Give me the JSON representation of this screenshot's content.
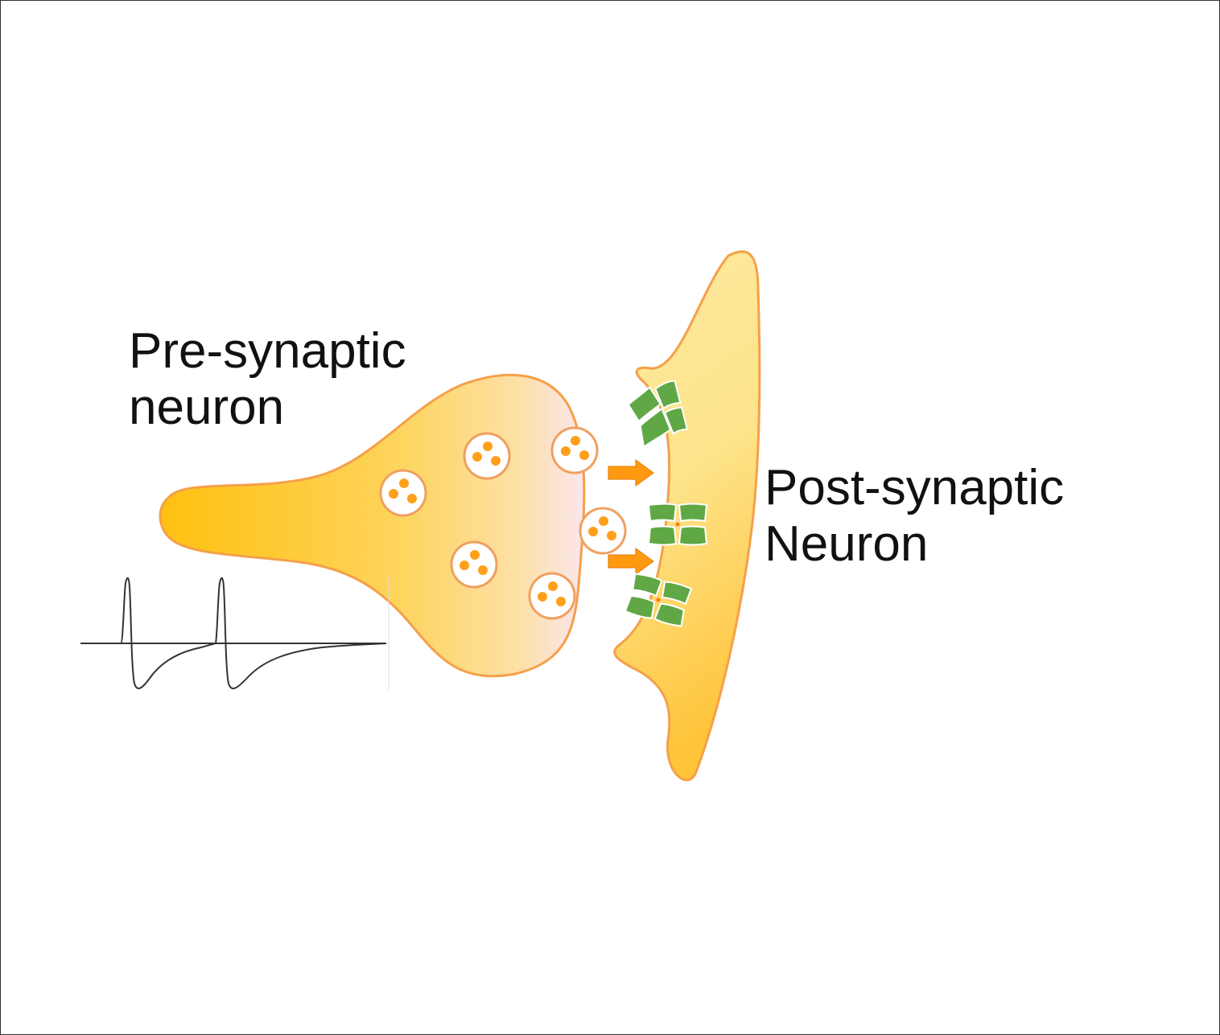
{
  "labels": {
    "pre_synaptic": {
      "line1": "Pre-synaptic",
      "line2": "neuron"
    },
    "post_synaptic": {
      "line1": "Post-synaptic",
      "line2": "Neuron"
    }
  },
  "colors": {
    "neuron_fill_light": "#fde79a",
    "neuron_fill_dark": "#ffbf10",
    "neuron_outline": "#f5a04a",
    "vesicle_outline": "#f0a060",
    "neurotransmitter": "#ff9f1a",
    "receptor": "#5fa845",
    "arrow": "#ff9a10",
    "trace": "#333333"
  },
  "icons": {
    "vesicle": "vesicle-icon",
    "receptor": "receptor-icon",
    "arrow": "release-arrow-icon"
  }
}
